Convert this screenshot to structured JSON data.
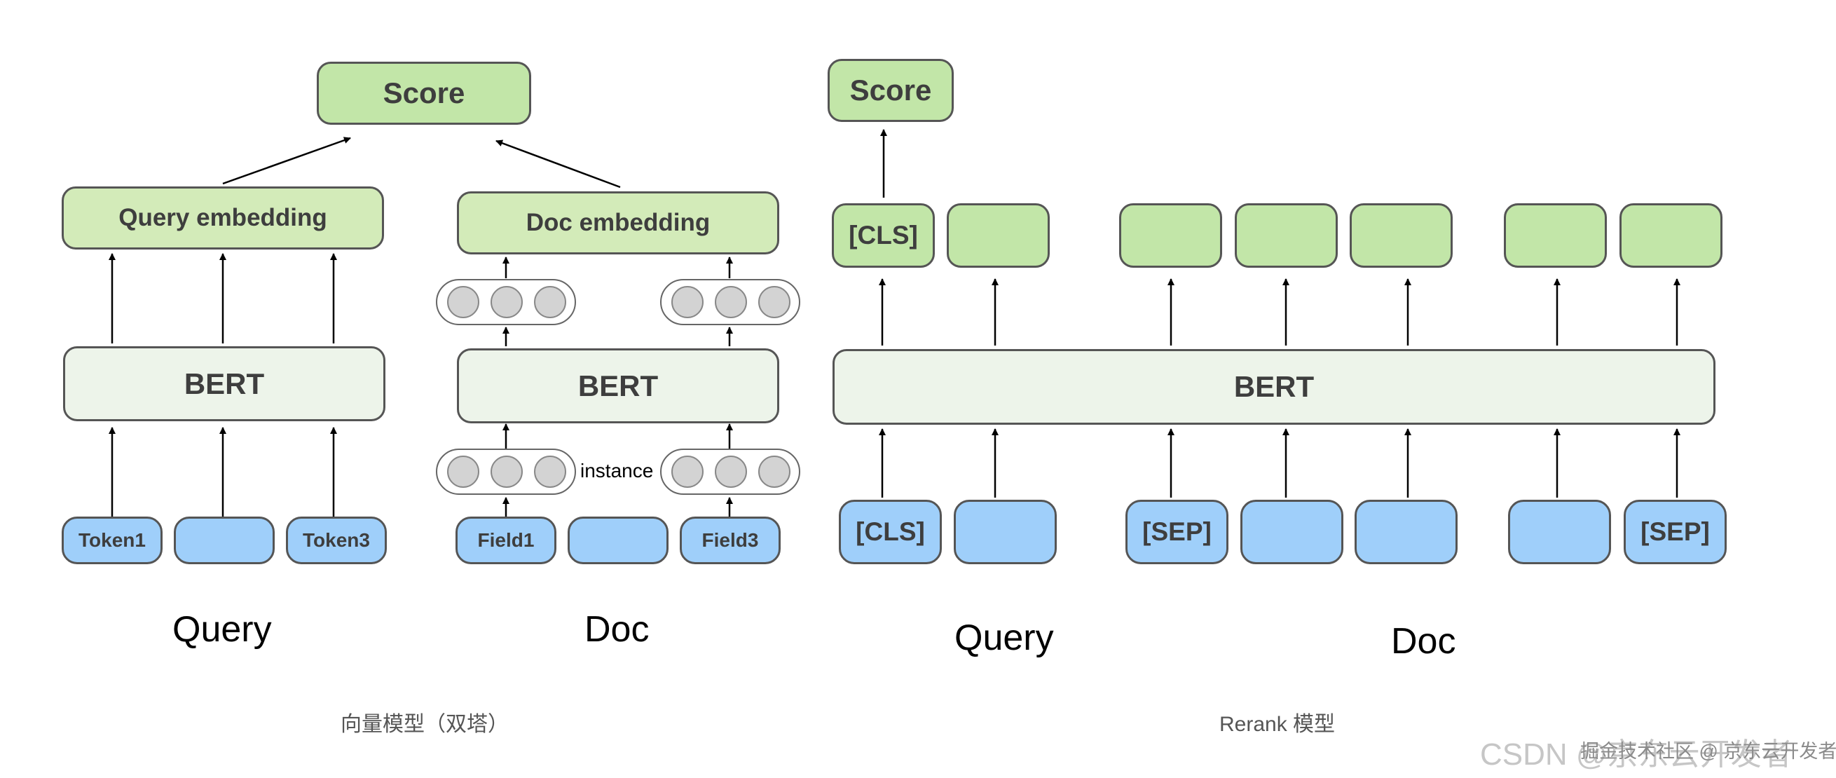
{
  "left_model": {
    "score_label": "Score",
    "query_embedding_label": "Query embedding",
    "doc_embedding_label": "Doc embedding",
    "bert_label": "BERT",
    "query_tokens": [
      "Token1",
      "",
      "Token3"
    ],
    "doc_fields": [
      "Field1",
      "",
      "Field3"
    ],
    "instance_label": "instance",
    "query_caption": "Query",
    "doc_caption": "Doc",
    "title": "向量模型（双塔）"
  },
  "right_model": {
    "score_label": "Score",
    "cls_output_label": "[CLS]",
    "bert_label": "BERT",
    "inputs": [
      "[CLS]",
      "",
      "[SEP]",
      "",
      "",
      "",
      "[SEP]"
    ],
    "query_caption": "Query",
    "doc_caption": "Doc",
    "title": "Rerank 模型"
  },
  "watermark": {
    "text": "CSDN @京东云开发者",
    "overlay": "掘金技术社区 @ 京东云开发者"
  },
  "colors": {
    "green": "#c2e6a8",
    "light_green": "#edf4ea",
    "blue": "#9fcffa",
    "node_gray": "#d3d3d3",
    "border": "#555555"
  }
}
